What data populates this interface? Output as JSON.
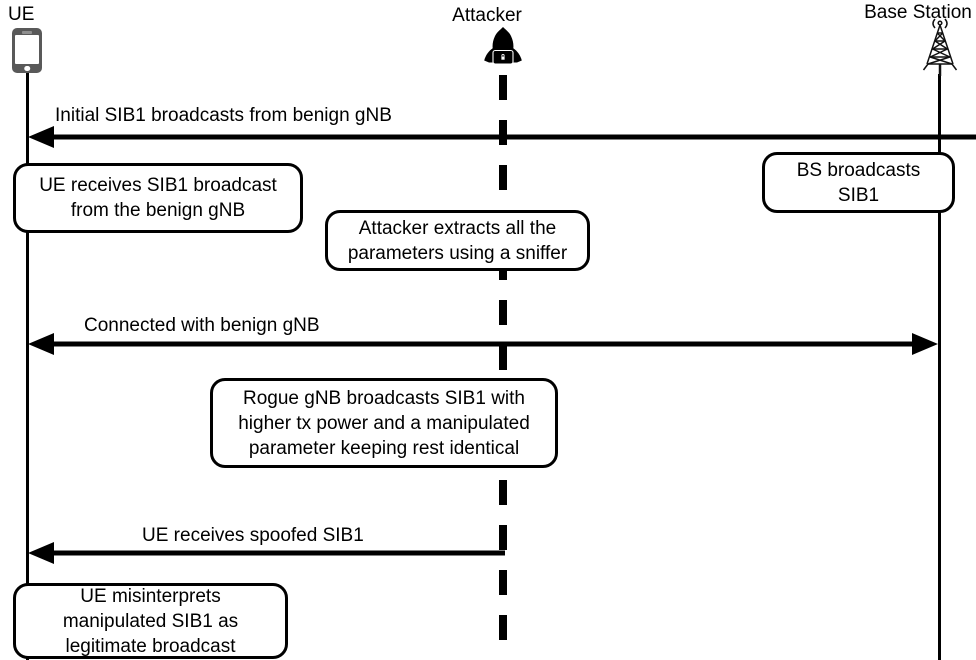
{
  "palette": {
    "ink": "#000000",
    "background": "#ffffff",
    "phone_body": "#595959"
  },
  "actors": [
    {
      "label": "UE",
      "icon": "smartphone-icon",
      "lifeline_style": "solid"
    },
    {
      "label": "Attacker",
      "icon": "hacker-icon",
      "lifeline_style": "dashed"
    },
    {
      "label": "Base Station",
      "icon": "cell-tower-icon",
      "lifeline_style": "solid"
    }
  ],
  "messages": [
    {
      "label": "Initial SIB1 broadcasts from benign gNB",
      "from": "Base Station",
      "to": "UE",
      "direction": "left"
    },
    {
      "label": "Connected with benign gNB",
      "from": "UE",
      "to": "Base Station",
      "direction": "both"
    },
    {
      "label": "UE receives spoofed SIB1",
      "from": "Attacker",
      "to": "UE",
      "direction": "left"
    }
  ],
  "notes": [
    {
      "text": "UE receives SIB1 broadcast\nfrom the benign gNB",
      "anchor": "UE"
    },
    {
      "text": "BS broadcasts\nSIB1",
      "anchor": "Base Station"
    },
    {
      "text": "Attacker extracts all the\nparameters using a sniffer",
      "anchor": "Attacker"
    },
    {
      "text": "Rogue gNB broadcasts SIB1 with\nhigher tx power and a manipulated\nparameter keeping rest identical",
      "anchor": "Attacker"
    },
    {
      "text": "UE misinterprets\nmanipulated SIB1 as\nlegitimate broadcast",
      "anchor": "UE"
    }
  ]
}
